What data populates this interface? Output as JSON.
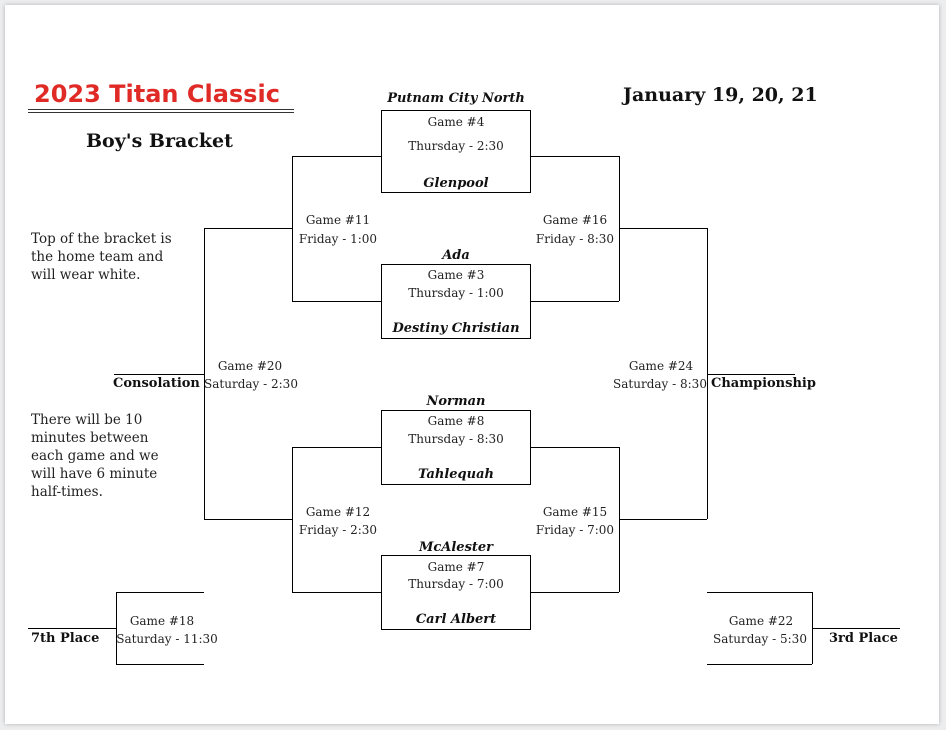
{
  "header": {
    "title": "2023 Titan Classic",
    "subtitle": "Boy's Bracket",
    "dates": "January 19, 20, 21",
    "title_color": "#e02a26"
  },
  "notes": {
    "home_team": "Top of the bracket is the home team and will wear white.",
    "timing": "There will be 10 minutes between each game and we will have 6 minute half-times."
  },
  "games": {
    "g4": {
      "game": "Game #4",
      "time": "Thursday - 2:30",
      "team_top": "Putnam City North",
      "team_bottom": "Glenpool"
    },
    "g3": {
      "game": "Game #3",
      "time": "Thursday - 1:00",
      "team_top": "Ada",
      "team_bottom": "Destiny Christian"
    },
    "g8": {
      "game": "Game #8",
      "time": "Thursday - 8:30",
      "team_top": "Norman",
      "team_bottom": "Tahlequah"
    },
    "g7": {
      "game": "Game #7",
      "time": "Thursday - 7:00",
      "team_top": "McAlester",
      "team_bottom": "Carl Albert"
    },
    "g11": {
      "game": "Game #11",
      "time": "Friday - 1:00"
    },
    "g16": {
      "game": "Game #16",
      "time": "Friday - 8:30"
    },
    "g12": {
      "game": "Game #12",
      "time": "Friday - 2:30"
    },
    "g15": {
      "game": "Game #15",
      "time": "Friday - 7:00"
    },
    "g20": {
      "game": "Game #20",
      "time": "Saturday - 2:30"
    },
    "g24": {
      "game": "Game #24",
      "time": "Saturday - 8:30"
    },
    "g18": {
      "game": "Game #18",
      "time": "Saturday - 11:30"
    },
    "g22": {
      "game": "Game #22",
      "time": "Saturday - 5:30"
    }
  },
  "places": {
    "consolation": "Consolation",
    "championship": "Championship",
    "seventh": "7th Place",
    "third": "3rd Place"
  }
}
